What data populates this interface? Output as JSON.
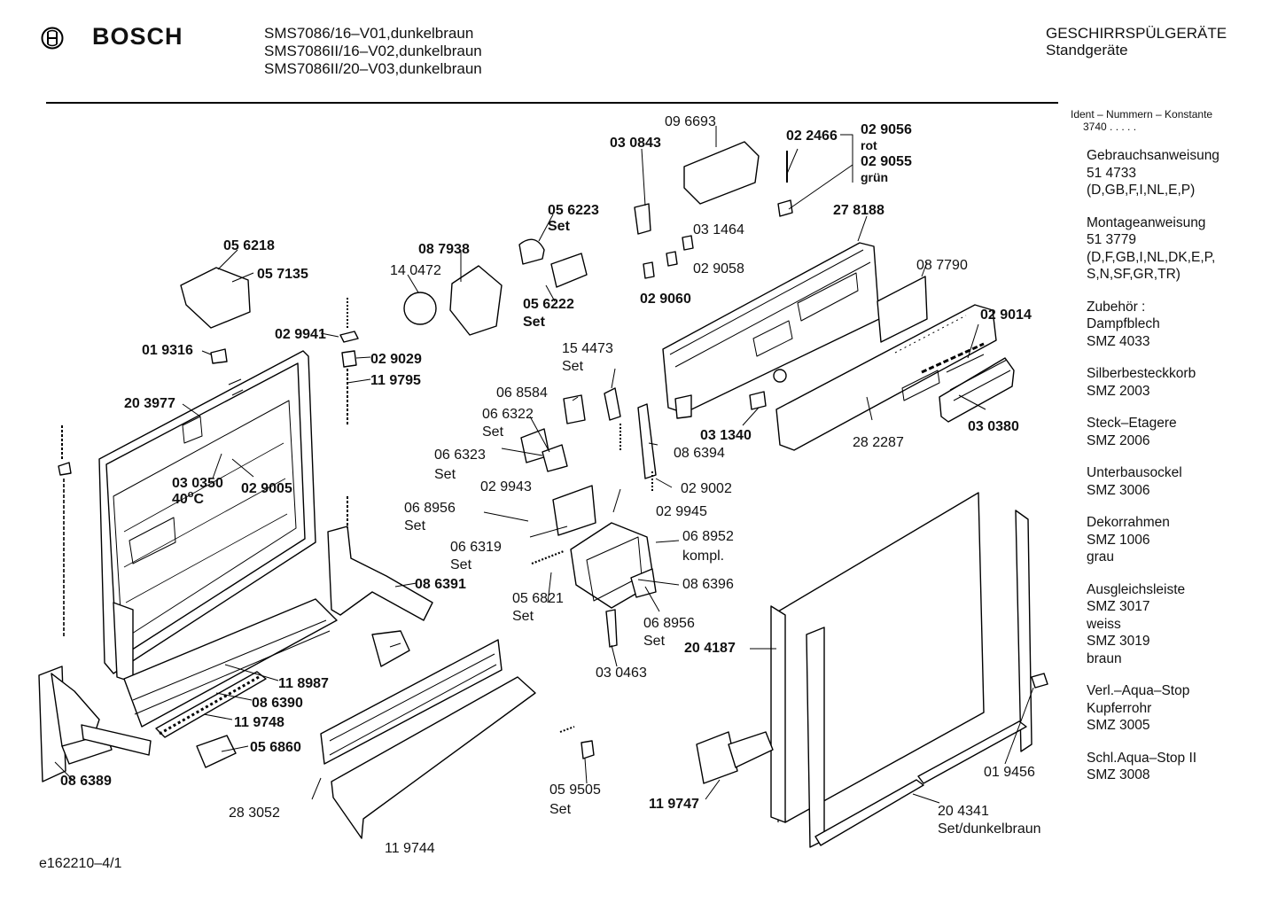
{
  "header": {
    "brand": "BOSCH",
    "models": [
      "SMS7086/16–V01,dunkelbraun",
      "SMS7086II/16–V02,dunkelbraun",
      "SMS7086II/20–V03,dunkelbraun"
    ],
    "category_line1": "GESCHIRRSPÜLGERÄTE",
    "category_line2": "Standgeräte"
  },
  "sidebar": {
    "ident_label": "Ident – Nummern – Konstante",
    "ident_value": "3740 . . . . .",
    "groups": [
      [
        "Gebrauchsanweisung",
        "51 4733",
        "(D,GB,F,I,NL,E,P)"
      ],
      [
        "Montageanweisung",
        "51 3779",
        "(D,F,GB,I,NL,DK,E,P,",
        "S,N,SF,GR,TR)"
      ],
      [
        "Zubehör :",
        "Dampfblech",
        "SMZ 4033"
      ],
      [
        "Silberbesteckkorb",
        "SMZ 2003"
      ],
      [
        "Steck–Etagere",
        "SMZ 2006"
      ],
      [
        "Unterbausockel",
        "SMZ 3006"
      ],
      [
        "Dekorrahmen",
        "SMZ 1006",
        "grau"
      ],
      [
        "Ausgleichsleiste",
        "SMZ 3017",
        "weiss",
        "SMZ 3019",
        "braun"
      ],
      [
        "Verl.–Aqua–Stop",
        "Kupferrohr",
        "SMZ 3005"
      ],
      [
        "Schl.Aqua–Stop II",
        "SMZ 3008"
      ]
    ]
  },
  "callouts": {
    "p096693": "09 6693",
    "p030843": "03 0843",
    "p022466": "02 2466",
    "p029056": "02 9056",
    "rot": "rot",
    "p029055": "02 9055",
    "gruen": "grün",
    "p278188": "27 8188",
    "p056223": "05 6223",
    "set_a": "Set",
    "p031464": "03 1464",
    "p029058": "02 9058",
    "p029060": "02 9060",
    "p087790": "08 7790",
    "p056218": "05 6218",
    "p057135": "05 7135",
    "p087938": "08 7938",
    "p140472": "14 0472",
    "p056222": "05 6222",
    "set_b": "Set",
    "p029014": "02 9014",
    "p029941": "02 9941",
    "p019316": "01 9316",
    "p029029": "02 9029",
    "p119795": "11 9795",
    "p154473": "15 4473",
    "set_c": "Set",
    "p203977": "20 3977",
    "p068584": "06 8584",
    "p066322": "06 6322",
    "set_d": "Set",
    "p031340": "03 1340",
    "p282287": "28 2287",
    "p030380": "03 0380",
    "p066323": "06 6323",
    "set_e": "Set",
    "p086394": "08 6394",
    "p030350": "03 0350",
    "temp_40": "40",
    "temp_o": "o",
    "temp_c": "C",
    "p029005": "02 9005",
    "p029943": "02 9943",
    "p029002": "02 9002",
    "p068956a": "06 8956",
    "set_f": "Set",
    "p029945": "02 9945",
    "p066319": "06 6319",
    "set_g": "Set",
    "p068952": "06 8952",
    "kompl": "kompl.",
    "p086391": "08 6391",
    "p056821": "05 6821",
    "set_h": "Set",
    "p086396": "08 6396",
    "p068956b": "06 8956",
    "set_i": "Set",
    "p204187": "20 4187",
    "p030463": "03 0463",
    "p118987": "11 8987",
    "p086390": "08 6390",
    "p119748": "11 9748",
    "p056860": "05 6860",
    "p086389": "08 6389",
    "p019456": "01 9456",
    "p059505": "05 9505",
    "set_j": "Set",
    "p119747": "11 9747",
    "p283052": "28 3052",
    "p204341": "20 4341",
    "set_dunkelbraun": "Set/dunkelbraun",
    "p119744": "11 9744"
  },
  "footer": {
    "drawing_id": "e162210–4/1"
  }
}
